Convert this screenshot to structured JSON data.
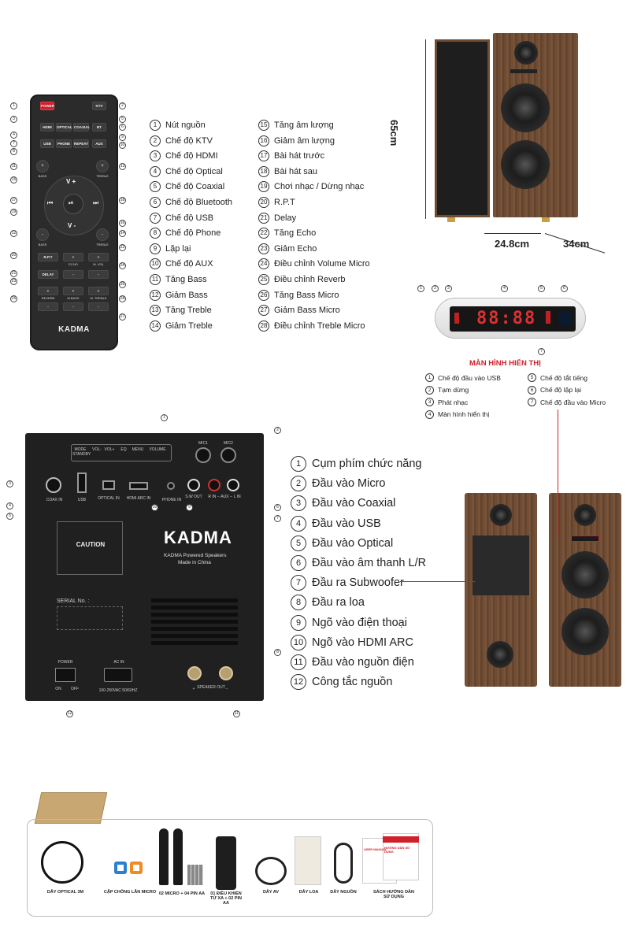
{
  "remote": {
    "power": "POWER",
    "ktv": "KTV",
    "hdmi": "HDMI",
    "optical": "OPTICAL",
    "coaxial": "COAXIAL",
    "bt": "BT",
    "usb": "USB",
    "phone": "PHONE",
    "repeat": "REPEAT",
    "aux": "AUX",
    "bass": "BASS",
    "treble": "TREBLE",
    "vplus": "V +",
    "vminus": "V -",
    "prev": "⏮",
    "play": "⏯",
    "next": "⏭",
    "plus": "+",
    "minus": "-",
    "rpt": "R.P.T",
    "echo": "ECHO",
    "mvol": "M. VOL",
    "delay": "DELAY",
    "reverb": "REVERB",
    "mbass": "M.BASS",
    "mtreble": "M. TREBLE",
    "brand": "KADMA",
    "callouts": [
      "1",
      "2",
      "3",
      "4",
      "5",
      "6",
      "7",
      "8",
      "9",
      "10",
      "11",
      "12",
      "13",
      "14",
      "15",
      "16",
      "17",
      "18",
      "19",
      "20",
      "21",
      "22",
      "23",
      "24",
      "25",
      "26",
      "27",
      "28"
    ]
  },
  "remote_legend": [
    {
      "n": "1",
      "text": "Nút nguồn"
    },
    {
      "n": "2",
      "text": "Chế độ KTV"
    },
    {
      "n": "3",
      "text": "Chế độ HDMI"
    },
    {
      "n": "4",
      "text": "Chế độ Optical"
    },
    {
      "n": "5",
      "text": "Chế độ Coaxial"
    },
    {
      "n": "6",
      "text": "Chế độ Bluetooth"
    },
    {
      "n": "7",
      "text": "Chế độ USB"
    },
    {
      "n": "8",
      "text": "Chế độ Phone"
    },
    {
      "n": "9",
      "text": "Lặp lại"
    },
    {
      "n": "10",
      "text": "Chế độ AUX"
    },
    {
      "n": "11",
      "text": "Tăng Bass"
    },
    {
      "n": "12",
      "text": "Giảm Bass"
    },
    {
      "n": "13",
      "text": "Tăng Treble"
    },
    {
      "n": "14",
      "text": "Giảm Treble"
    },
    {
      "n": "15",
      "text": "Tăng âm lượng"
    },
    {
      "n": "16",
      "text": "Giảm âm lượng"
    },
    {
      "n": "17",
      "text": "Bài hát trước"
    },
    {
      "n": "18",
      "text": "Bài hát sau"
    },
    {
      "n": "19",
      "text": "Chơi nhạc / Dừng nhạc"
    },
    {
      "n": "20",
      "text": "R.P.T"
    },
    {
      "n": "21",
      "text": "Delay"
    },
    {
      "n": "22",
      "text": "Tăng Echo"
    },
    {
      "n": "23",
      "text": "Giảm Echo"
    },
    {
      "n": "24",
      "text": "Điều chỉnh Volume Micro"
    },
    {
      "n": "25",
      "text": "Điều chỉnh Reverb"
    },
    {
      "n": "26",
      "text": "Tăng Bass Micro"
    },
    {
      "n": "27",
      "text": "Giảm Bass Micro"
    },
    {
      "n": "28",
      "text": "Điều chỉnh Treble Micro"
    }
  ],
  "dimensions": {
    "height": "65cm",
    "width": "24.8cm",
    "depth": "34cm"
  },
  "display": {
    "digits": "88:88",
    "title": "MÀN HÌNH HIỂN THỊ",
    "callouts": [
      "1",
      "2",
      "3",
      "4",
      "5",
      "6",
      "7"
    ],
    "items": [
      {
        "n": "1",
        "text": "Chế độ đầu vào USB"
      },
      {
        "n": "2",
        "text": "Tạm dừng"
      },
      {
        "n": "3",
        "text": "Phát nhạc"
      },
      {
        "n": "4",
        "text": "Màn hình hiển thị"
      },
      {
        "n": "5",
        "text": "Chế độ tắt tiếng"
      },
      {
        "n": "6",
        "text": "Chế độ lặp lại"
      },
      {
        "n": "7",
        "text": "Chế độ đầu vào Micro"
      }
    ]
  },
  "panel": {
    "brand": "KADMA",
    "brand_sub1": "KADMA Powered Speakers",
    "brand_sub2": "Made in China",
    "caution": "CAUTION",
    "serial": "SERIAL No. :",
    "coax_in": "COAX IN",
    "usb": "USB",
    "optical_in": "OPTICAL IN",
    "hdmi_arc_in": "HDMI ARC IN",
    "phone_in": "PHONE IN",
    "sw_out": "S.W OUT",
    "aux_in": "R IN -- AUX -- L IN",
    "mic1": "MIC1",
    "mic2": "MIC2",
    "power": "POWER",
    "on": "ON",
    "off": "OFF",
    "ac_in": "AC IN",
    "voltage": "100-250VAC 50/60HZ",
    "speaker_out": "SPEAKER OUT",
    "plus": "+",
    "minus": "−",
    "callouts": [
      "1",
      "2",
      "3",
      "4",
      "5",
      "6",
      "7",
      "8",
      "9",
      "10",
      "11",
      "12"
    ],
    "keys": [
      "MODE STANDBY",
      "VOL-",
      "VOL+",
      "EQ",
      "MENU",
      "VOLUME"
    ]
  },
  "panel_legend": [
    {
      "n": "1",
      "text": "Cụm phím chức năng"
    },
    {
      "n": "2",
      "text": "Đầu vào Micro"
    },
    {
      "n": "3",
      "text": "Đầu vào Coaxial"
    },
    {
      "n": "4",
      "text": "Đầu vào USB"
    },
    {
      "n": "5",
      "text": "Đầu vào Optical"
    },
    {
      "n": "6",
      "text": "Đầu vào âm thanh L/R"
    },
    {
      "n": "7",
      "text": "Đầu ra Subwoofer"
    },
    {
      "n": "8",
      "text": "Đầu ra loa"
    },
    {
      "n": "9",
      "text": "Ngõ vào điện thoại"
    },
    {
      "n": "10",
      "text": "Ngõ vào HDMI ARC"
    },
    {
      "n": "11",
      "text": "Đầu vào nguồn điện"
    },
    {
      "n": "12",
      "text": "Công tắc nguồn"
    }
  ],
  "box": {
    "items": [
      "DÂY OPTICAL 3M",
      "CẶP CHỐNG LĂN MICRO",
      "02 MICRO + 04 PIN AA",
      "01 ĐIỀU KHIỂN TỪ XA + 02 PIN AA",
      "DÂY AV",
      "DÂY LOA",
      "DÂY NGUỒN",
      "SÁCH HƯỚNG DẪN SỬ DỤNG"
    ],
    "manual_title": "HƯỚNG DẪN SỬ DỤNG",
    "manual_title2": "USER MANUAL"
  },
  "colors": {
    "accent_red": "#d0202a",
    "wood": "#6e4b33",
    "panel": "#202020"
  }
}
